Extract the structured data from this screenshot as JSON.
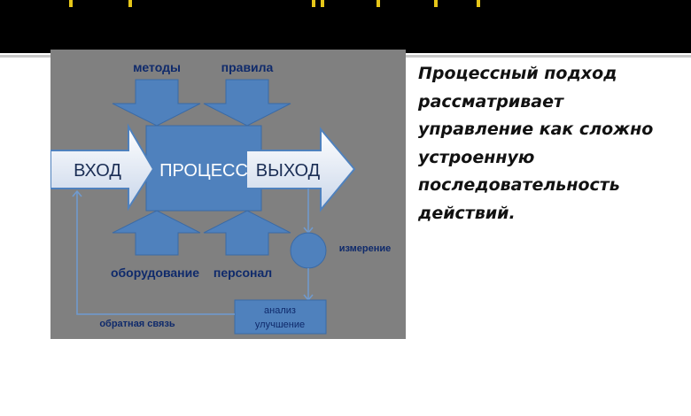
{
  "slide": {
    "diagram": {
      "input": "ВХОД",
      "process": "ПРОЦЕСС",
      "output": "ВЫХОД",
      "top_inputs": [
        "методы",
        "правила"
      ],
      "bottom_inputs": [
        "оборудование",
        "персонал"
      ],
      "measurement": "измерение",
      "analysis": [
        "анализ",
        "улучшение"
      ],
      "feedback": "обратная связь",
      "colors": {
        "background": "#808080",
        "shape": "#4f81bd",
        "text": "#0f2a6b",
        "title_bar": "#000000",
        "title_text": "#e6c619"
      }
    },
    "text_lines": [
      "Процессный подход",
      "рассматривает",
      "управление как сложно",
      "устроенную",
      "последовательность",
      "действий."
    ]
  }
}
